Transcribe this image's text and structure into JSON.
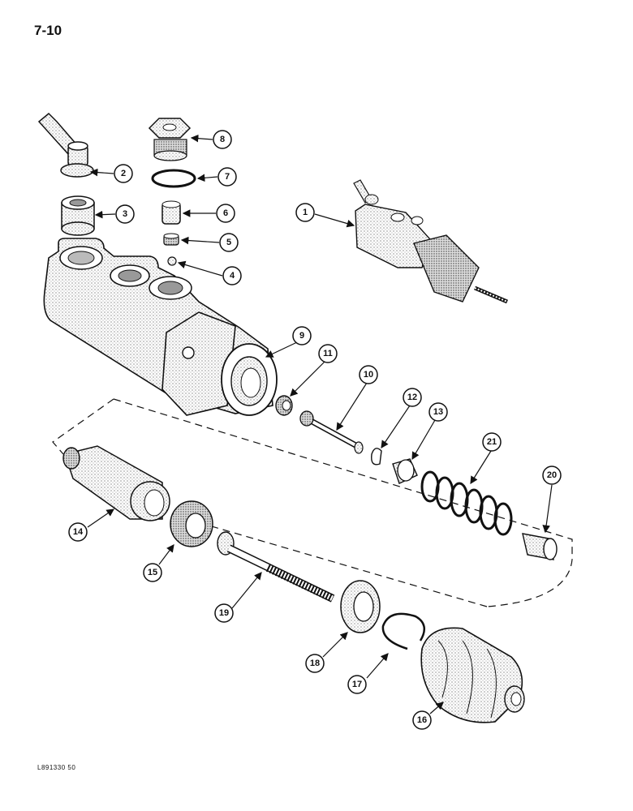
{
  "page": {
    "number": "7-10",
    "reference_code": "L891330 50"
  },
  "callouts": [
    {
      "id": "callout-1",
      "label": "1"
    },
    {
      "id": "callout-2",
      "label": "2"
    },
    {
      "id": "callout-3",
      "label": "3"
    },
    {
      "id": "callout-4",
      "label": "4"
    },
    {
      "id": "callout-5",
      "label": "5"
    },
    {
      "id": "callout-6",
      "label": "6"
    },
    {
      "id": "callout-7",
      "label": "7"
    },
    {
      "id": "callout-8",
      "label": "8"
    },
    {
      "id": "callout-9",
      "label": "9"
    },
    {
      "id": "callout-10",
      "label": "10"
    },
    {
      "id": "callout-11",
      "label": "11"
    },
    {
      "id": "callout-12",
      "label": "12"
    },
    {
      "id": "callout-13",
      "label": "13"
    },
    {
      "id": "callout-14",
      "label": "14"
    },
    {
      "id": "callout-15",
      "label": "15"
    },
    {
      "id": "callout-16",
      "label": "16"
    },
    {
      "id": "callout-17",
      "label": "17"
    },
    {
      "id": "callout-18",
      "label": "18"
    },
    {
      "id": "callout-19",
      "label": "19"
    },
    {
      "id": "callout-20",
      "label": "20"
    },
    {
      "id": "callout-21",
      "label": "21"
    }
  ]
}
